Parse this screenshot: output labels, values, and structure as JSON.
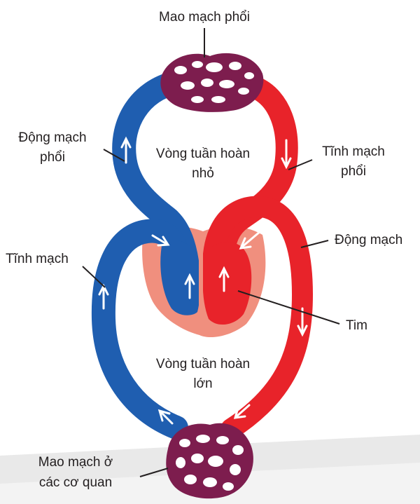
{
  "labels": {
    "pulmonary_capillaries": "Mao mạch phổi",
    "pulmonary_artery_line1": "Động mạch",
    "pulmonary_artery_line2": "phổi",
    "pulmonary_vein_line1": "Tĩnh mạch",
    "pulmonary_vein_line2": "phổi",
    "pulmonary_circuit_line1": "Vòng tuần hoàn",
    "pulmonary_circuit_line2": "nhỏ",
    "artery": "Động mạch",
    "vein": "Tĩnh mạch",
    "heart": "Tim",
    "systemic_circuit_line1": "Vòng tuần hoàn",
    "systemic_circuit_line2": "lớn",
    "organ_capillaries_line1": "Mao mạch ở",
    "organ_capillaries_line2": "các cơ quan"
  },
  "colors": {
    "oxygenated": "#e8232a",
    "deoxygenated": "#1f5eb0",
    "capillary": "#7d1d4e",
    "heart_tissue": "#f08f7e",
    "background_band": "#e6e6e6"
  }
}
